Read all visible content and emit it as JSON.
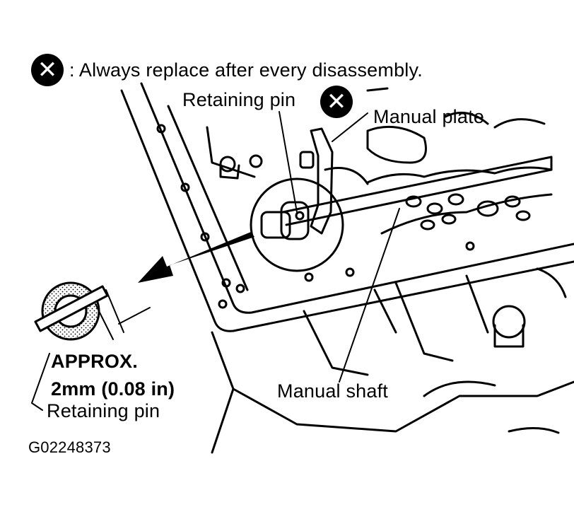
{
  "legend": {
    "symbol_icon": "x-circle-icon",
    "text": ": Always replace after every disassembly."
  },
  "callouts": {
    "retaining_pin_top": "Retaining pin",
    "manual_plate": "Manual plate",
    "manual_shaft": "Manual shaft"
  },
  "detail": {
    "approx_label": "APPROX.",
    "dimension": "2mm (0.08 in)",
    "part_name": "Retaining pin"
  },
  "figure_id": "G02248373",
  "colors": {
    "ink": "#000000",
    "paper": "#ffffff"
  }
}
